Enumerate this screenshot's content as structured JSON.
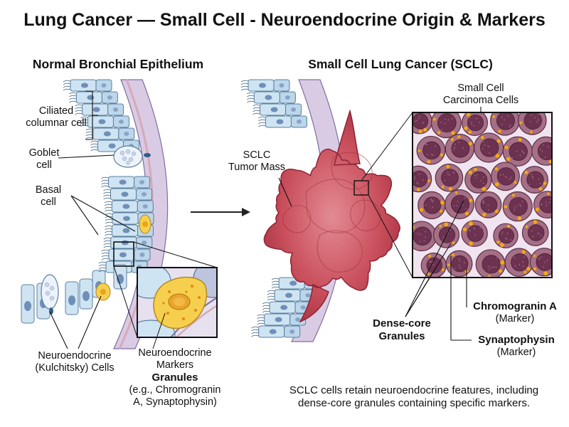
{
  "title": "Lung Cancer — Small Cell - Neuroendocrine Origin & Markers",
  "panels": {
    "left": {
      "heading": "Normal Bronchial Epithelium",
      "labels": {
        "ciliated": [
          "Ciliated",
          "columnar cell"
        ],
        "goblet": [
          "Goblet",
          "cell"
        ],
        "basal": [
          "Basal",
          "cell"
        ],
        "neuroendocrine": [
          "Neuroendocrine",
          "(Kulchitsky) Cells"
        ],
        "markers_line1": "Neuroendocrine",
        "markers_line2": "Markers",
        "markers_line3": "Granules",
        "markers_examples": [
          "(e.g., Chromogranin",
          "A, Synaptophysin)"
        ]
      }
    },
    "right": {
      "heading": "Small Cell Lung Cancer (SCLC)",
      "labels": {
        "tumor_mass": [
          "SCLC",
          "Tumor Mass"
        ],
        "carcinoma_cells": [
          "Small Cell",
          "Carcinoma Cells"
        ],
        "dense_core": [
          "Dense-core",
          "Granules"
        ],
        "chromogranin": "Chromogranin A",
        "chromogranin_sub": "(Marker)",
        "synaptophysin": "Synaptophysin",
        "synaptophysin_sub": "(Marker)"
      }
    }
  },
  "caption": [
    "SCLC cells retain neuroendocrine features, including",
    "dense-core granules containing specific markers."
  ],
  "colors": {
    "epithelium_cell": "#cfe4f2",
    "cell_outline": "#5b7fa0",
    "nucleus": "#6f8fb8",
    "neuroendocrine_cell": "#f6cf4e",
    "granule": "#f3a91d",
    "tumor": "#c1404c",
    "carcinoma_cell": "#a56f86",
    "carcinoma_nucleus": "#6d3250",
    "background_tissue": "#efe4ef"
  }
}
